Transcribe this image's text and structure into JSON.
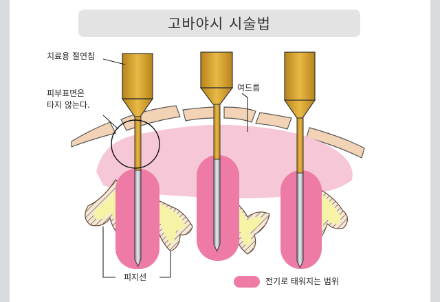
{
  "title": "고바야시 시술법",
  "labels": {
    "electrode": "치료용 절연침",
    "skin_line1": "피부표면은",
    "skin_line2": "타지 않는다.",
    "pimple": "여드름",
    "sebaceous": "피지선"
  },
  "legend": {
    "burn_range": "전기로 태워지는 범위"
  },
  "colors": {
    "burn_zone": "#ee7ba6",
    "pimple": "#f6c7d6",
    "gland": "#f7f3a6",
    "needle_gold": "#d9a52c",
    "skin": "#f3d3b5",
    "background_bar": "#d9dcdf"
  }
}
